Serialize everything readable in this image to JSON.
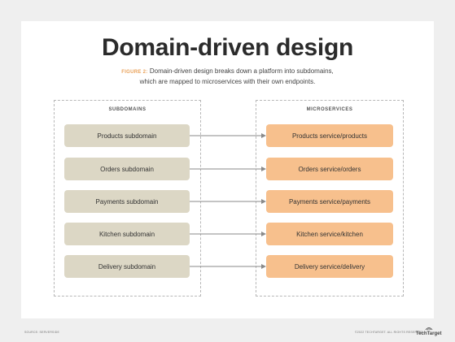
{
  "title": "Domain-driven design",
  "caption": {
    "figure": "FIGURE 2:",
    "line1": "Domain-driven design breaks down a platform into subdomains,",
    "line2": "which are mapped to microservices with their own endpoints."
  },
  "left_header": "SUBDOMAINS",
  "right_header": "MICROSERVICES",
  "subdomains": [
    "Products subdomain",
    "Orders subdomain",
    "Payments subdomain",
    "Kitchen subdomain",
    "Delivery subdomain"
  ],
  "services": [
    "Products service/products",
    "Orders service/orders",
    "Payments service/payments",
    "Kitchen service/kitchen",
    "Delivery service/delivery"
  ],
  "footer": {
    "source": "SOURCE: SERVERSIDE",
    "copyright": "©2022 TECHTARGET. ALL RIGHTS RESERVED.",
    "logo": "TechTarget"
  },
  "colors": {
    "subdomain_fill": "#dcd7c5",
    "service_fill": "#f7c08d",
    "figure_label": "#e9a25a",
    "arrow": "#8a8a8a"
  }
}
